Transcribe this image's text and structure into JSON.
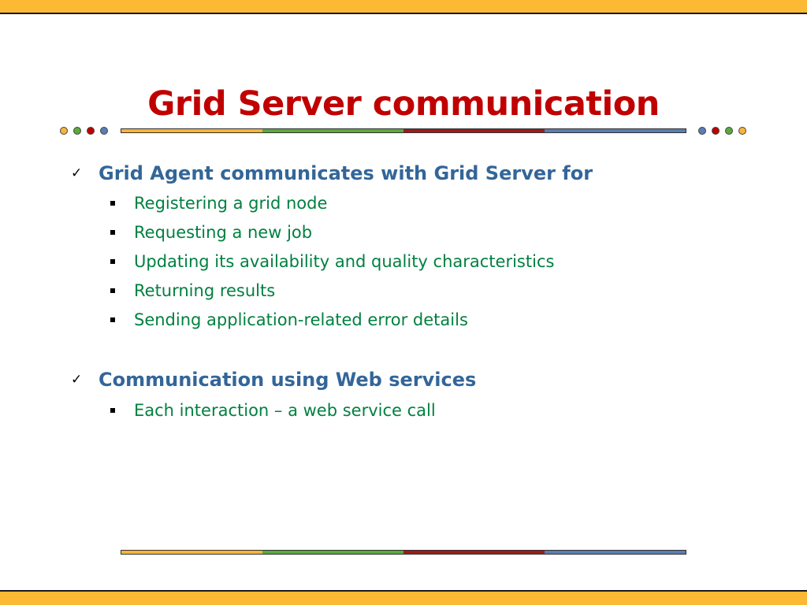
{
  "slide": {
    "title": "Grid Server communication",
    "colors": {
      "frame": "#fbb934",
      "title": "#c00000",
      "level1_text": "#336699",
      "level2_text": "#008040",
      "accent_orange": "#f5b43a",
      "accent_green": "#5aaa3c",
      "accent_red": "#9b1c1c",
      "accent_blue": "#5a7db4"
    },
    "decor_left_dots": [
      "#f5b43a",
      "#5aaa3c",
      "#c00000",
      "#5a7db4"
    ],
    "decor_right_dots": [
      "#5a7db4",
      "#c00000",
      "#5aaa3c",
      "#f5b43a"
    ],
    "divider_segments": [
      "#f5b43a",
      "#5aaa3c",
      "#9b1c1c",
      "#5a7db4"
    ],
    "bullets": [
      {
        "icon": "checkmark-icon",
        "text": "Grid Agent communicates with Grid Server for",
        "sub": [
          "Registering a grid node",
          "Requesting a new job",
          "Updating its availability and quality characteristics",
          "Returning results",
          "Sending application-related error details"
        ]
      },
      {
        "icon": "checkmark-icon",
        "text": "Communication using Web services",
        "sub": [
          "Each interaction – a web service call"
        ]
      }
    ]
  }
}
